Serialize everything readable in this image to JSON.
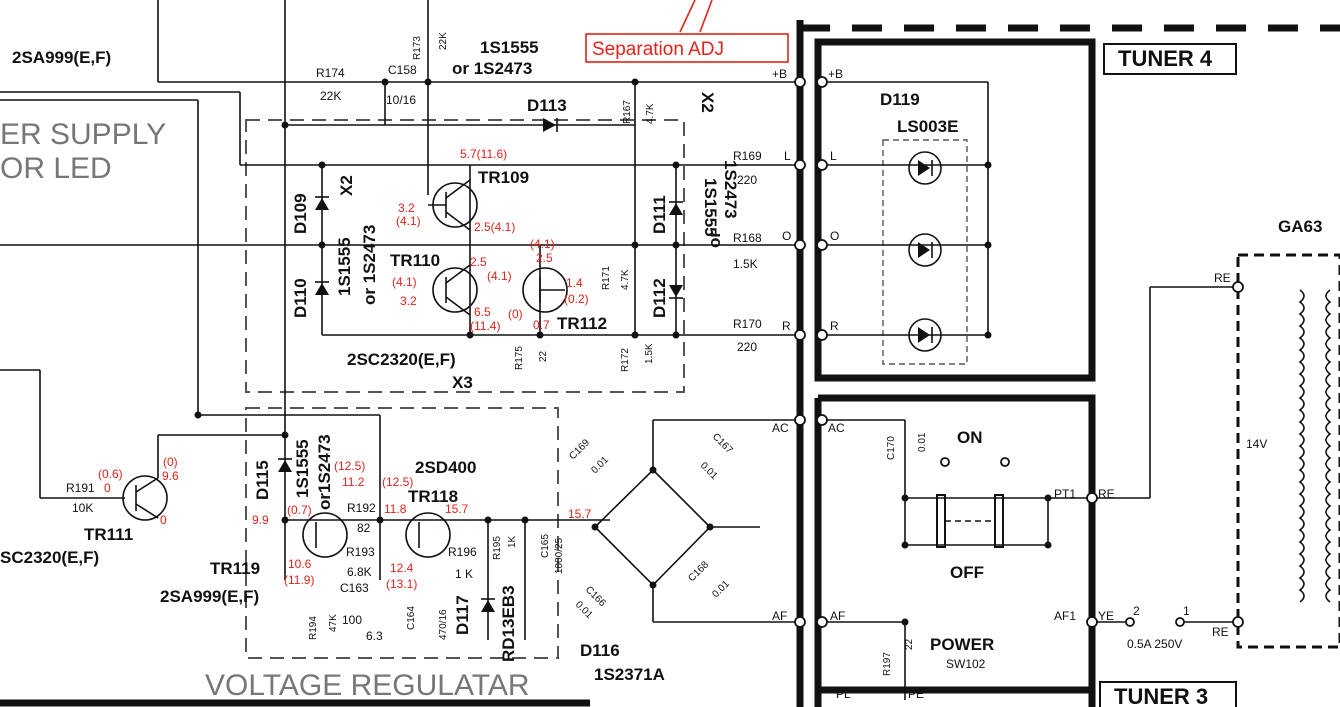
{
  "titles": {
    "power_supply_line1": "ER SUPPLY",
    "power_supply_line2": "OR LED",
    "voltage_regulator": "VOLTAGE REGULATAR",
    "separation_adj": "Separation ADJ",
    "tuner4": "TUNER 4",
    "tuner3": "TUNER 3",
    "ga6": "GA63",
    "x3": "X3"
  },
  "components": {
    "q_2sa999_top": "2SA999(E,F)",
    "tr109": "TR109",
    "tr110": "TR110",
    "tr112": "TR112",
    "tr111": "TR111",
    "tr118": "TR118",
    "tr119": "TR119",
    "q_2sc2320_mid": "2SC2320(E,F)",
    "q_2sc2320_left": "SC2320(E,F)",
    "q_2sa999_bottom": "2SA999(E,F)",
    "q_2sd400": "2SD400",
    "d113": "D113",
    "d109": "D109",
    "d110": "D110",
    "d111": "D111",
    "d112": "D112",
    "d115": "D115",
    "d116": "D116",
    "d116_part": "1S2371A",
    "d117": "D117",
    "d117_part": "RD13EB3",
    "d119": "D119",
    "ls003e": "LS003E",
    "ds_1s1555_top": "1S1555",
    "ds_or_1s2473_top": "or 1S2473",
    "ds_1s1555_x2_left": "1S1555",
    "ds_x2": "X2",
    "ds_or_1s2473_left": "or 1S2473",
    "ds_1s1555_x2_right": "1S1555",
    "ds_1s2473_x2_right": "1S2473",
    "ds_or": "or",
    "ds_1s1555_d115": "1S1555",
    "ds_or1s2473_d115": "or1S2473",
    "r174": "R174",
    "r174v": "22K",
    "r173": "R173",
    "r173v": "22K",
    "c158": "C158",
    "c158v": "10/16",
    "r167": "R167",
    "r167v": "4.7K",
    "r169": "R169",
    "r169v": "220",
    "r168": "R168",
    "r168v": "1.5K",
    "r170": "R170",
    "r170v": "220",
    "r171": "R171",
    "r171v": "4.7K",
    "r172": "R172",
    "r172v": "1.5K",
    "r175": "R175",
    "r175v": "22",
    "r191": "R191",
    "r191v": "10K",
    "r192": "R192",
    "r192v": "82",
    "r193": "R193",
    "r193v": "6.8K",
    "r194": "R194",
    "r194v": "47K",
    "r195": "R195",
    "r195v": "1K",
    "r196": "R196",
    "r196v": "1 K",
    "r197": "R197",
    "r197v": "22",
    "c163": "C163",
    "c163v": "100",
    "c163v2": "6.3",
    "c164": "C164",
    "c164v": "470/16",
    "c165": "C165",
    "c165v": "1000/25",
    "c166": "C166",
    "c166v": "0.01",
    "c167": "C167",
    "c167v": "0.01",
    "c168": "C168",
    "c168v": "0.01",
    "c169": "C169",
    "c169v": "0.01",
    "c170": "C170",
    "c170v": "0.01",
    "switch_on": "ON",
    "switch_off": "OFF",
    "power": "POWER",
    "sw102": "SW102",
    "fuse": "0.5A 250V",
    "fuse_1": "1",
    "fuse_2": "2",
    "v14": "14V"
  },
  "pins": {
    "plusB": "+B",
    "L": "L",
    "O": "O",
    "R": "R",
    "AC": "AC",
    "AF": "AF",
    "PL": "PL",
    "PE": "PE",
    "PT1": "PT1",
    "AF1": "AF1",
    "RE": "RE",
    "YE": "YE"
  },
  "voltages": {
    "v57": "5.7(11.6)",
    "v32a": "3.2",
    "v41a": "(4.1)",
    "v25a": "2.5(4.1)",
    "v41b": "(4.1)",
    "v25b": "2.5",
    "v25c": "2.5",
    "v41c": "(4.1)",
    "v41d": "(4.1)",
    "v32b": "3.2",
    "v14": "1.4",
    "v02": "(0.2)",
    "v65": "6.5",
    "v114": "(11.4)",
    "v0": "(0)",
    "v07": "0.7",
    "v06": "(0.6)",
    "v0a": "0",
    "v0b": "(0)",
    "v96": "9.6",
    "v0c": "0",
    "v125": "(12.5)",
    "v112": "11.2",
    "v07b": "(0.7)",
    "v99": "9.9",
    "v125b": "(12.5)",
    "v118": "11.8",
    "v157": "15.7",
    "v157b": "15.7",
    "v106": "10.6",
    "v119": "(11.9)",
    "v124": "12.4",
    "v131": "(13.1)"
  }
}
